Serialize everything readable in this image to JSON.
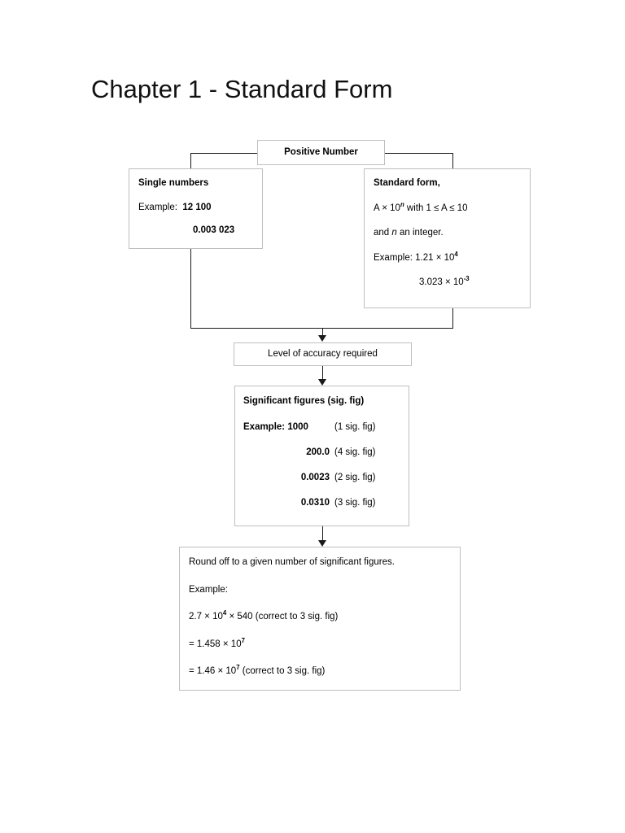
{
  "document": {
    "title": "Chapter 1 - Standard Form"
  },
  "flowchart": {
    "nodes": {
      "positive_number": {
        "label": "Positive Number"
      },
      "single_numbers": {
        "heading": "Single numbers",
        "example_label": "Example:",
        "example_value_1": "12 100",
        "example_value_2": "0.003 023"
      },
      "standard_form": {
        "heading": "Standard form,",
        "formula_prefix": "A × 10",
        "formula_exponent": "n",
        "formula_suffix": " with 1 ≤ A ≤ 10",
        "condition_prefix": "and ",
        "condition_var": "n",
        "condition_suffix": " an integer.",
        "example_label": "Example: 1.21 × 10",
        "example_exponent_1": "4",
        "example_value_2": "3.023 × 10",
        "example_exponent_2": "-3"
      },
      "level_of_accuracy": {
        "label": "Level of accuracy required"
      },
      "significant_figures": {
        "heading": "Significant figures (sig. fig)",
        "rows": [
          {
            "value": "Example: 1000",
            "note": "(1 sig. fig)"
          },
          {
            "value": "200.0",
            "note": "(4 sig. fig)"
          },
          {
            "value": "0.0023",
            "note": "(2 sig. fig)"
          },
          {
            "value": "0.0310",
            "note": "(3 sig. fig)"
          }
        ]
      },
      "round_off": {
        "heading": "Round off to a given number of significant figures.",
        "example_label": "Example:",
        "calc_1_prefix": "2.7 × 10",
        "calc_1_exponent": "4",
        "calc_1_suffix": " × 540 (correct to 3 sig. fig)",
        "calc_2_prefix": "= 1.458 × 10",
        "calc_2_exponent": "7",
        "calc_3_prefix": "= 1.46 × 10",
        "calc_3_exponent": "7",
        "calc_3_suffix": " (correct to 3 sig. fig)"
      }
    },
    "colors": {
      "box_border": "#bfbfbf",
      "connector": "#1a1a1a",
      "page_background": "#ffffff",
      "text": "#000000"
    }
  }
}
